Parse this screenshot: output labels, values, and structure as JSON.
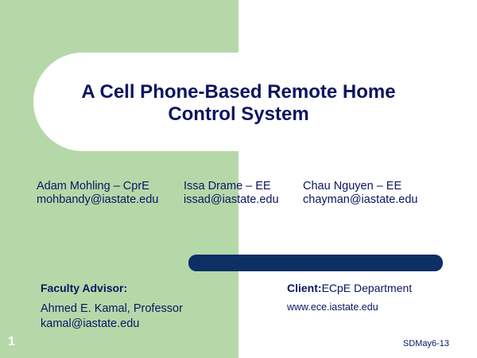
{
  "slide": {
    "title_line1": "A Cell Phone-Based Remote Home",
    "title_line2": "Control System",
    "authors": [
      {
        "name_role": "Adam Mohling – CprE",
        "email": "mohbandy@iastate.edu"
      },
      {
        "name_role": "Issa Drame – EE",
        "email": "issad@iastate.edu"
      },
      {
        "name_role": "Chau Nguyen – EE",
        "email": "chayman@iastate.edu"
      }
    ],
    "advisor": {
      "heading": "Faculty Advisor:",
      "name": "Ahmed E. Kamal, Professor",
      "email": "kamal@iastate.edu"
    },
    "client": {
      "label": "Client:",
      "value": "ECpE Department",
      "url": "www.ece.iastate.edu"
    },
    "slide_number": "1",
    "footer_id": "SDMay6-13"
  },
  "colors": {
    "panel_green": "#b5d8a9",
    "text_navy": "#0b1560",
    "bar_blue": "#0c2f64",
    "background": "#ffffff"
  }
}
